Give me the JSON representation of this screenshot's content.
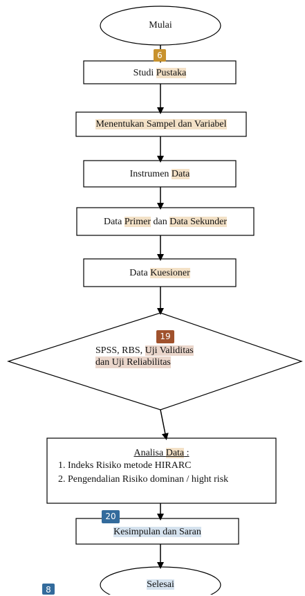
{
  "nodes": {
    "start": {
      "label": "Mulai"
    },
    "studi": {
      "pre": "Studi ",
      "hl": "Pustaka",
      "post": ""
    },
    "sampel": {
      "label": "Menentukan Sampel dan Variabel"
    },
    "instrumen": {
      "pre": "Instrumen ",
      "hl": "Data"
    },
    "primer": {
      "pre": "Data ",
      "hl1": "Primer",
      "mid": " dan ",
      "hl2": "Data Sekunder"
    },
    "kuesioner": {
      "pre": "Data ",
      "hl": "Kuesioner"
    },
    "decision": {
      "line1_pre": "SPSS, RBS, ",
      "line1_hl": "Uji Validitas",
      "line2": "dan  Uji Reliabilitas"
    },
    "analisa": {
      "title_pre": "Analisa ",
      "title_hl": "Data",
      "title_post": " :",
      "item1": "1. Indeks Risiko metode HIRARC",
      "item2": "2. Pengendalian Risiko dominan / hight risk"
    },
    "kesimpulan": {
      "label": "Kesimpulan dan Saran"
    },
    "end": {
      "label": "Selesai"
    }
  },
  "badges": {
    "b6": {
      "text": "6",
      "color": "#c8922e"
    },
    "b19": {
      "text": "19",
      "color": "#a0522d"
    },
    "b20": {
      "text": "20",
      "color": "#336b9c"
    },
    "b8": {
      "text": "8",
      "color": "#336b9c"
    }
  }
}
